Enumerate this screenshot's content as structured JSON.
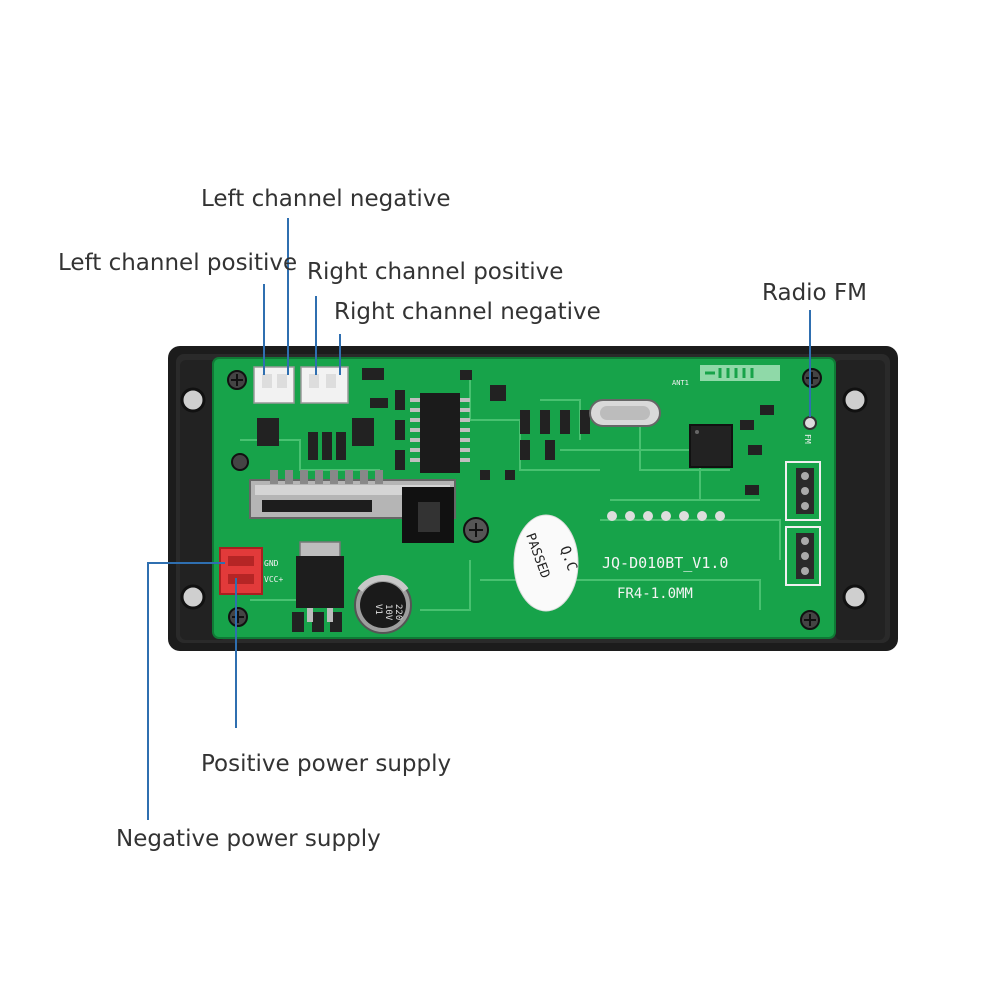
{
  "callouts": {
    "left_channel_negative": "Left channel negative",
    "left_channel_positive": "Left channel positive",
    "right_channel_positive": "Right channel positive",
    "right_channel_negative": "Right channel negative",
    "radio_fm": "Radio FM",
    "positive_power_supply": "Positive power supply",
    "negative_power_supply": "Negative power supply"
  },
  "board": {
    "model": "JQ-D010BT_V1.0",
    "material": "FR4-1.0MM",
    "qc_line1": "Q.C",
    "qc_line2": "PASSED",
    "capacitor_line1": "220",
    "capacitor_line2": "10V",
    "capacitor_line3": "V1",
    "pin_gnd": "GND",
    "pin_vcc": "VCC+",
    "fm_label": "FM",
    "ant_label": "ANT1"
  },
  "colors": {
    "pcb": "#18a34a",
    "housing": "#1f1f1f",
    "leader_line": "#2f6fb0",
    "power_connector": "#e23a3a"
  }
}
